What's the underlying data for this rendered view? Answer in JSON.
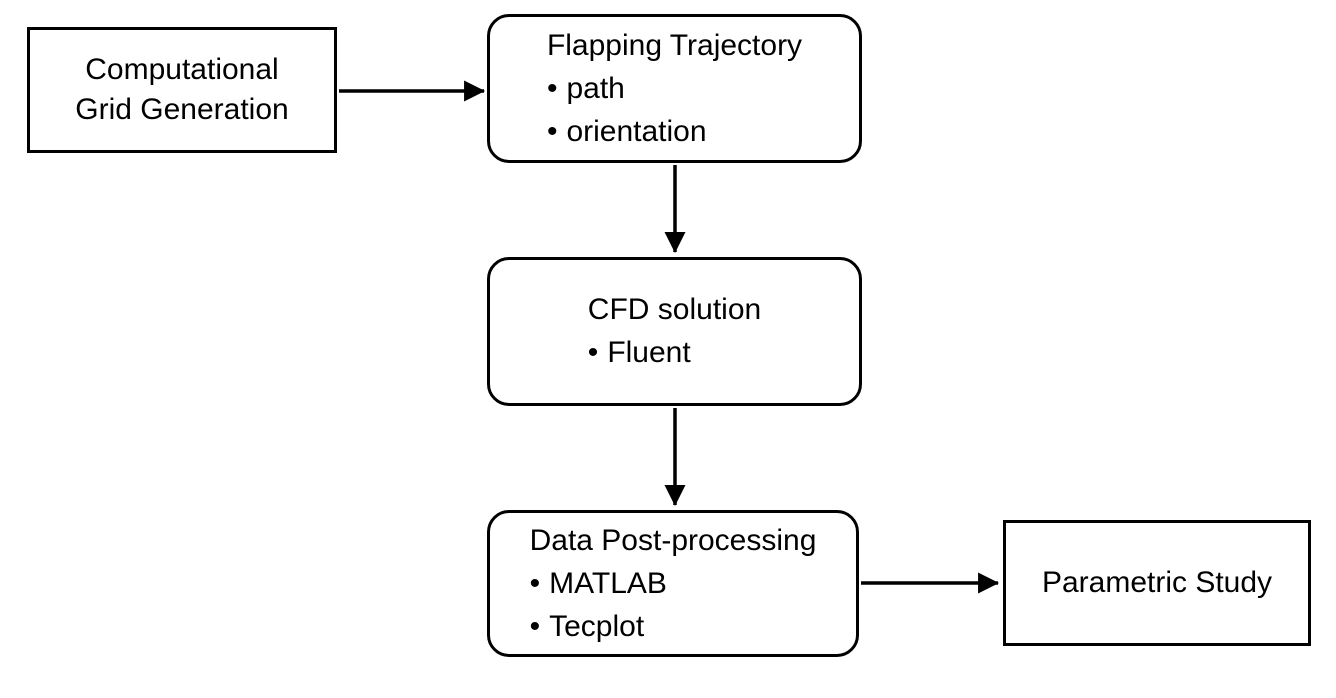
{
  "diagram": {
    "bullet_char": "•",
    "colors": {
      "background": "#ffffff",
      "stroke": "#000000",
      "text": "#000000"
    },
    "nodes": [
      {
        "id": "computational-grid-generation",
        "shape": "rectangle",
        "lines": [
          "Computational",
          "Grid Generation"
        ],
        "bullets": []
      },
      {
        "id": "flapping-trajectory",
        "shape": "rounded-rectangle",
        "title": "Flapping Trajectory",
        "bullets": [
          "path",
          "orientation"
        ]
      },
      {
        "id": "cfd-solution",
        "shape": "rounded-rectangle",
        "title": "CFD solution",
        "bullets": [
          "Fluent"
        ]
      },
      {
        "id": "data-post-processing",
        "shape": "rounded-rectangle",
        "title": "Data Post-processing",
        "bullets": [
          "MATLAB",
          "Tecplot"
        ]
      },
      {
        "id": "parametric-study",
        "shape": "rectangle",
        "title": "Parametric Study",
        "bullets": []
      }
    ],
    "edges": [
      {
        "from": "computational-grid-generation",
        "to": "flapping-trajectory",
        "direction": "right"
      },
      {
        "from": "flapping-trajectory",
        "to": "cfd-solution",
        "direction": "down"
      },
      {
        "from": "cfd-solution",
        "to": "data-post-processing",
        "direction": "down"
      },
      {
        "from": "data-post-processing",
        "to": "parametric-study",
        "direction": "right"
      }
    ]
  }
}
